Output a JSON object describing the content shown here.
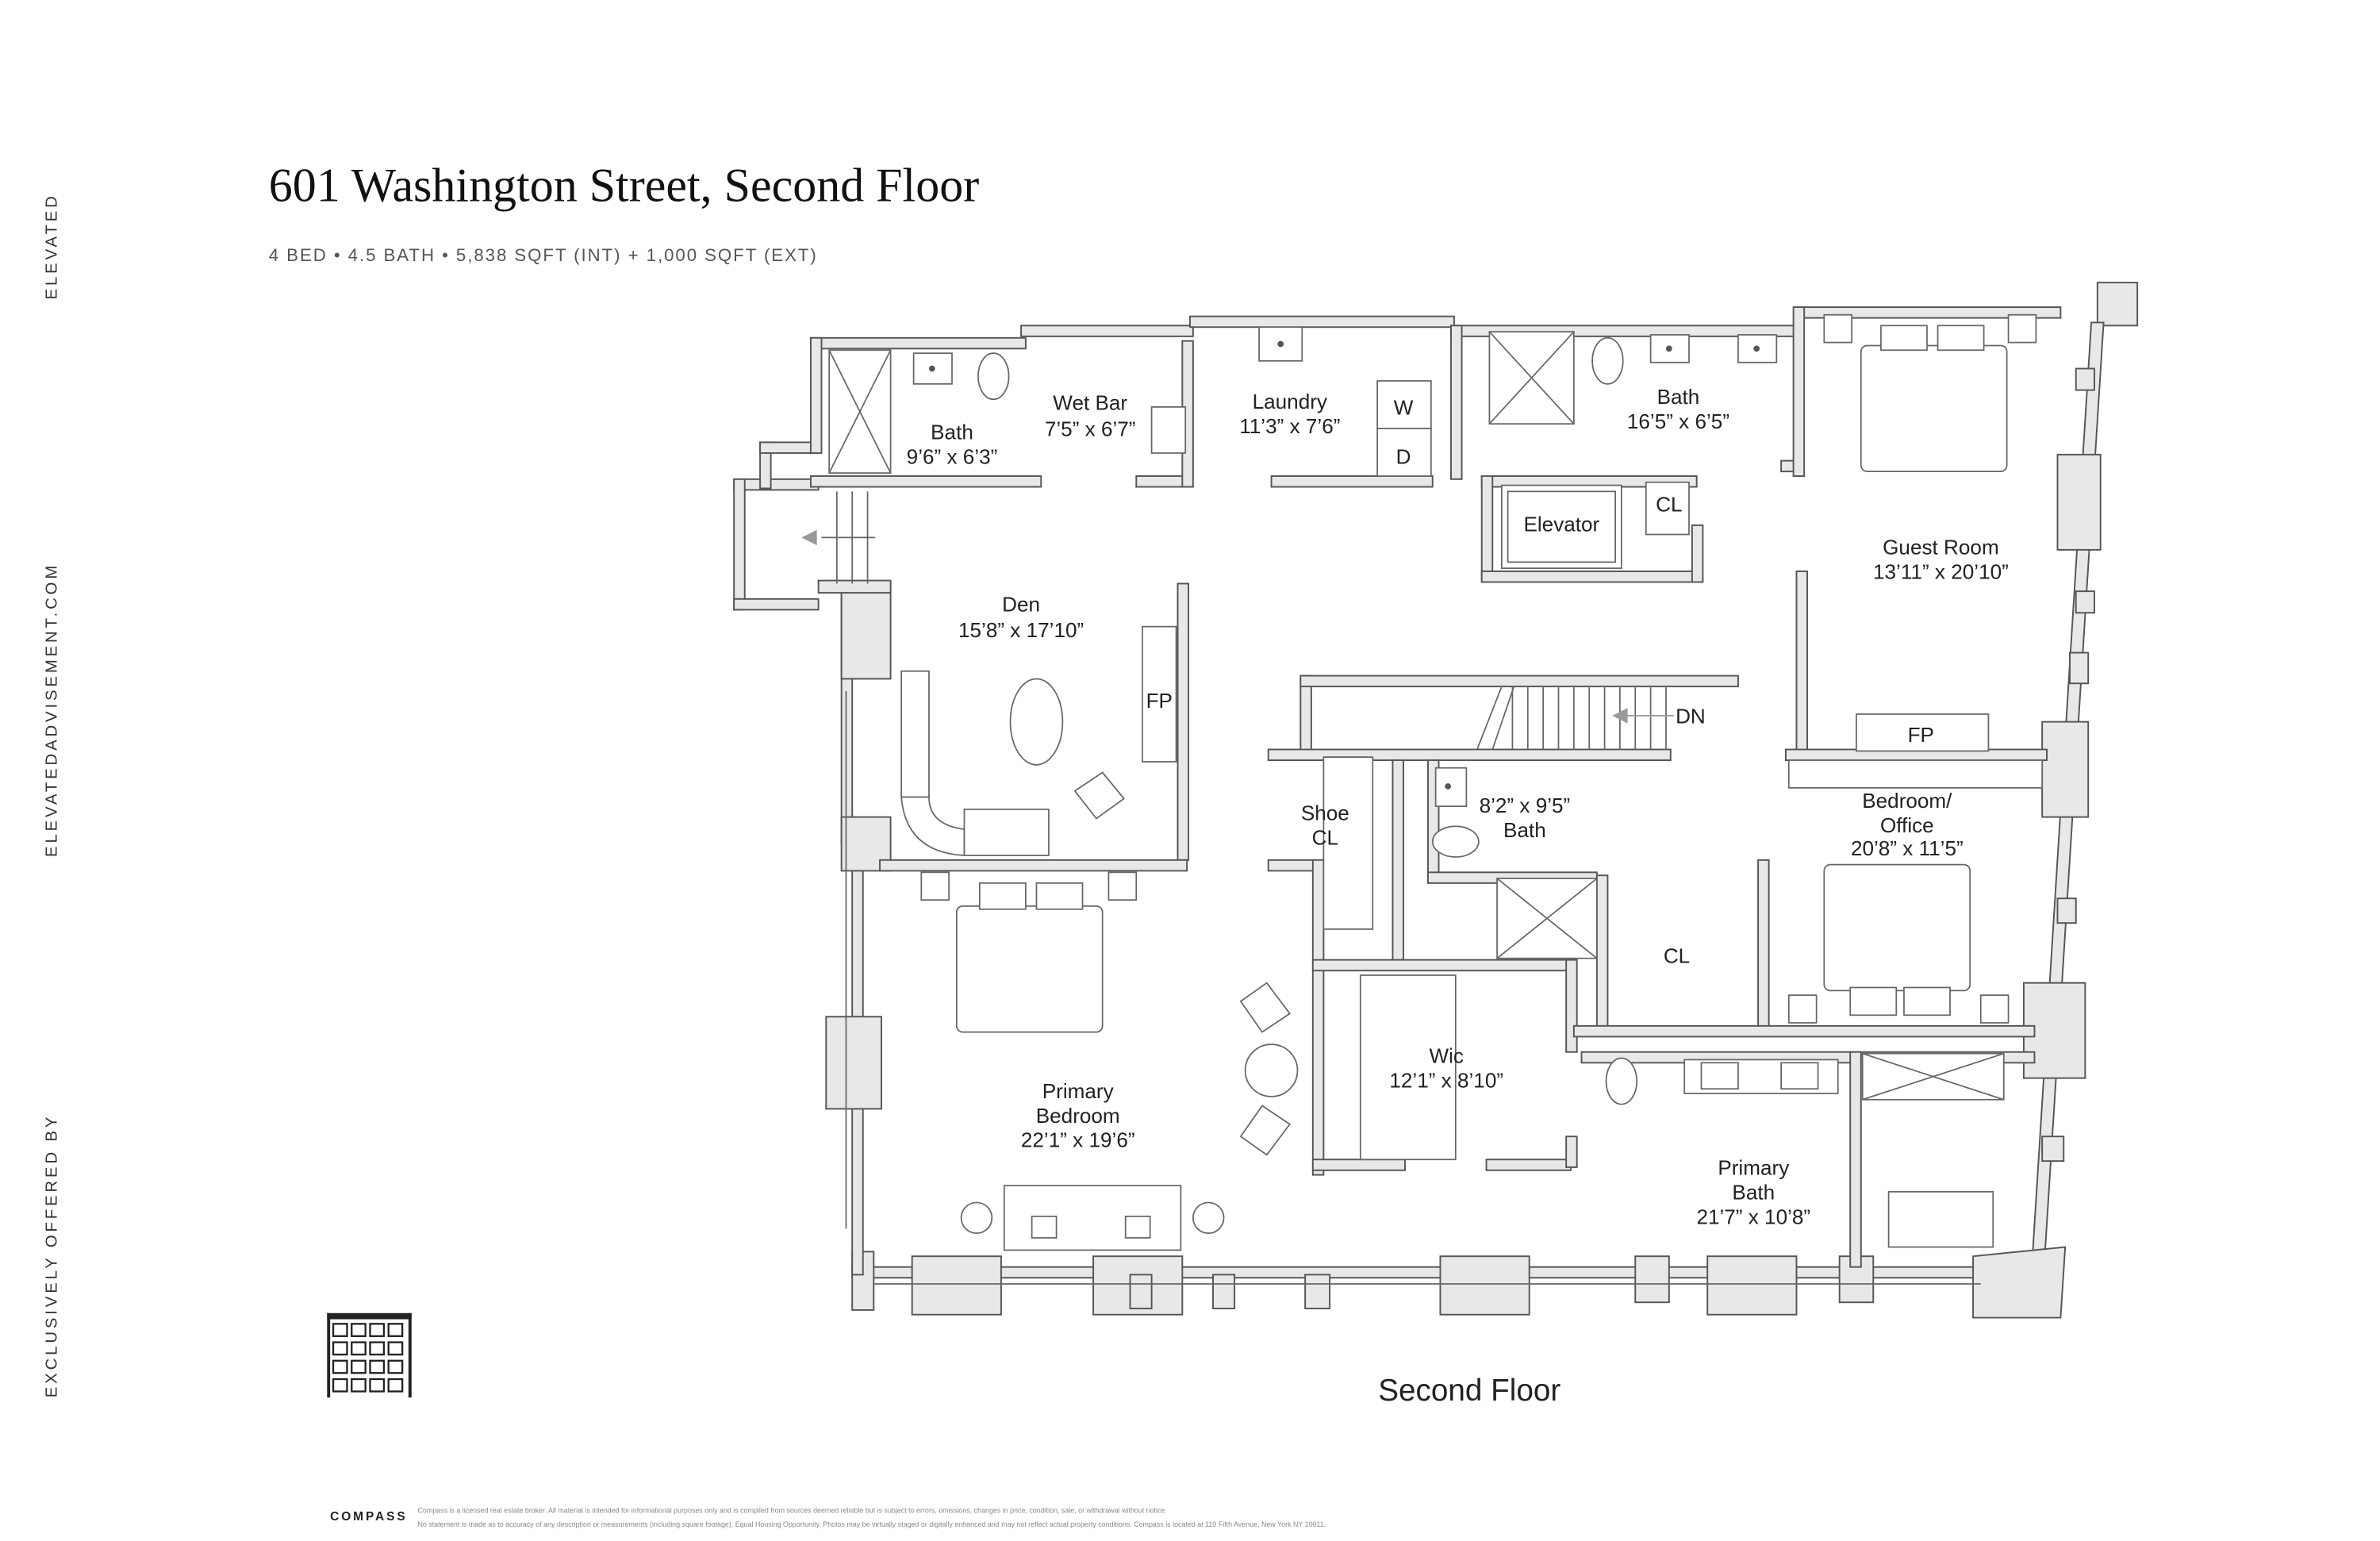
{
  "header": {
    "title": "601 Washington Street, Second Floor",
    "subtitle": "4 BED • 4.5 BATH • 5,838 SQFT (INT) + 1,000 SQFT (EXT)"
  },
  "sidebar": {
    "brand": "ELEVATED",
    "website": "ELEVATEDADVISEMENT.COM",
    "offered_by": "EXCLUSIVELY OFFERED BY"
  },
  "rooms": {
    "bath1": {
      "name": "Bath",
      "dims": "9’6” x 6’3”"
    },
    "wetbar": {
      "name": "Wet Bar",
      "dims": "7’5” x 6’7”"
    },
    "laundry": {
      "name": "Laundry",
      "dims": "11’3” x 7’6”"
    },
    "washer": "W",
    "dryer": "D",
    "bath2": {
      "name": "Bath",
      "dims": "16’5” x 6’5”"
    },
    "elevator": "Elevator",
    "closet1": "CL",
    "guest": {
      "name": "Guest Room",
      "dims": "13’11” x 20’10”"
    },
    "den": {
      "name": "Den",
      "dims": "15’8” x 17’10”"
    },
    "fireplace1": "FP",
    "stairs_down": "DN",
    "fireplace2": "FP",
    "shoe_closet": {
      "line1": "Shoe",
      "line2": "CL"
    },
    "bath3": {
      "dims": "8’2” x 9’5”",
      "name": "Bath"
    },
    "bedroom_office": {
      "line1": "Bedroom/",
      "line2": "Office",
      "dims": "20’8” x 11’5”"
    },
    "closet2": "CL",
    "wic": {
      "name": "Wic",
      "dims": "12’1” x 8’10”"
    },
    "primary_bedroom": {
      "line1": "Primary",
      "line2": "Bedroom",
      "dims": "22’1” x 19’6”"
    },
    "primary_bath": {
      "line1": "Primary",
      "line2": "Bath",
      "dims": "21’7” x 10’8”"
    }
  },
  "floor_label": "Second Floor",
  "footer": {
    "brand": "COMPASS",
    "legal_line1": "Compass is a licensed real estate broker. All material is intended for informational purposes only and is compiled from sources deemed reliable but is subject to errors, omissions, changes in price, condition, sale, or withdrawal without notice.",
    "legal_line2": "No statement is made as to accuracy of any description or measurements (including square footage). Equal Housing Opportunity. Photos may be virtually staged or digitally enhanced and may not reflect actual property conditions. Compass is located at 110 Fifth Avenue, New York NY 10011."
  }
}
